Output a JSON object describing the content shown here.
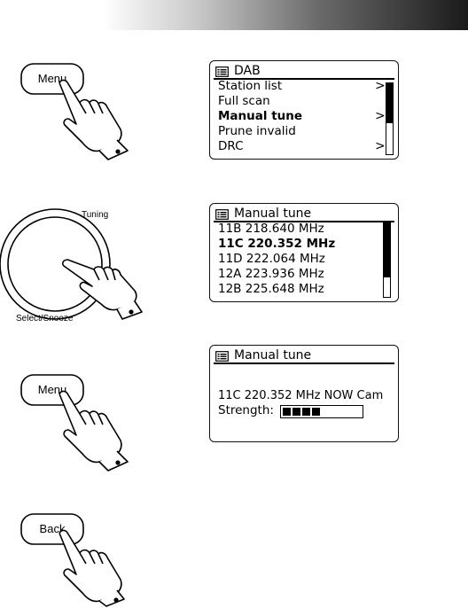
{
  "screen1": {
    "title": "DAB",
    "rows": [
      {
        "text": "Station list",
        "arrow": ">",
        "bold": false
      },
      {
        "text": "Full scan",
        "arrow": "",
        "bold": false
      },
      {
        "text": "Manual tune",
        "arrow": ">",
        "bold": true
      },
      {
        "text": "Prune invalid",
        "arrow": "",
        "bold": false
      },
      {
        "text": "DRC",
        "arrow": ">",
        "bold": false
      }
    ]
  },
  "screen2": {
    "title": "Manual tune",
    "rows": [
      {
        "text": "11B 218.640 MHz",
        "bold": false
      },
      {
        "text": "11C 220.352 MHz",
        "bold": true
      },
      {
        "text": "11D 222.064 MHz",
        "bold": false
      },
      {
        "text": "12A 223.936 MHz",
        "bold": false
      },
      {
        "text": "12B 225.648 MHz",
        "bold": false
      }
    ]
  },
  "screen3": {
    "title": "Manual tune",
    "info_line": "11C 220.352 MHz NOW Cam",
    "strength_label": "Strength:",
    "strength_fraction": 0.55
  },
  "buttons": {
    "menu_label": "Menu",
    "back_label": "Back"
  },
  "dial": {
    "tuning_label": "Tuning",
    "select_label": "Select/Snooze"
  }
}
